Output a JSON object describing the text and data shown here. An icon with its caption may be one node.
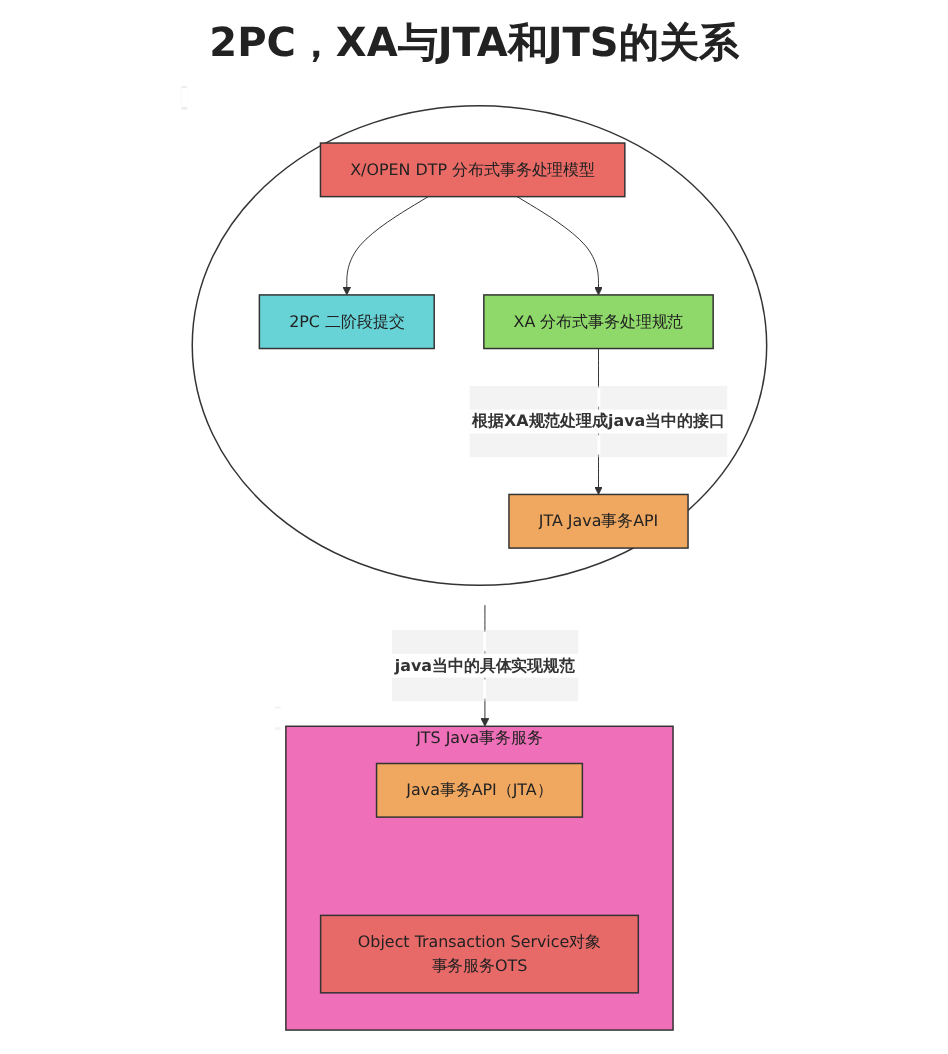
{
  "diagram": {
    "title": "2PC，XA与JTA和JTS的关系",
    "nodes": [
      {
        "text": [],
        "shape": "ellipse"
      },
      {
        "text": [
          "X/OPEN DTP 分布式事务处理模型"
        ],
        "in": 0
      },
      {
        "text": [
          "2PC 二阶段提交"
        ],
        "in": 0
      },
      {
        "text": [
          "XA 分布式事务处理规范"
        ],
        "in": 0
      },
      {
        "text": [
          "JTA Java事务API"
        ],
        "in": 0
      },
      {
        "text": [
          "JTS Java事务服务"
        ]
      },
      {
        "text": [
          "Java事务API（JTA）"
        ],
        "in": 5
      },
      {
        "text": [
          "Object Transaction Service对象事务服务OTS"
        ],
        "in": 5
      }
    ],
    "edges": [
      {
        "from": 1,
        "to": 2,
        "arrow": "to"
      },
      {
        "from": 1,
        "to": 3,
        "arrow": "to"
      },
      {
        "from": 3,
        "to": 4,
        "label": "根据XA规范处理成java当中的接口",
        "arrow": "to"
      },
      {
        "from": 0,
        "to": 5,
        "label": "java当中的具体实现规范",
        "arrow": "to"
      }
    ]
  }
}
